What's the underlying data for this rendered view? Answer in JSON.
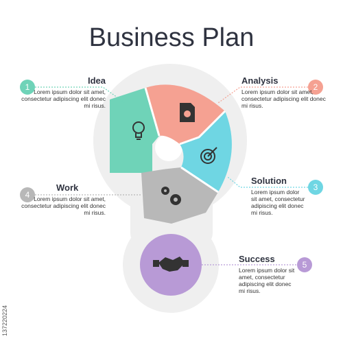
{
  "title": "Business Plan",
  "steps": [
    {
      "number": "1",
      "heading": "Idea",
      "text": "Lorem ipsum dolor sit amet, consectetur adipiscing elit donec mi risus.",
      "color": "#6fd3b8",
      "icon": "lightbulb-icon"
    },
    {
      "number": "2",
      "heading": "Analysis",
      "text": "Lorem ipsum dolor sit amet, consectetur adipiscing elit donec mi risus.",
      "color": "#f5a192",
      "icon": "document-chart-icon"
    },
    {
      "number": "3",
      "heading": "Solution",
      "text": "Lorem ipsum dolor sit amet, consectetur adipiscing elit donec mi risus.",
      "color": "#6fd6e3",
      "icon": "target-icon"
    },
    {
      "number": "4",
      "heading": "Work",
      "text": "Lorem ipsum dolor sit amet, consectetur adipiscing elit donec mi risus.",
      "color": "#b8b8b8",
      "icon": "gears-icon"
    },
    {
      "number": "5",
      "heading": "Success",
      "text": "Lorem ipsum dolor sit amet, consectetur adipiscing elit donec mi risus.",
      "color": "#b89ad6",
      "icon": "handshake-icon"
    }
  ],
  "stock_id": "137220224"
}
